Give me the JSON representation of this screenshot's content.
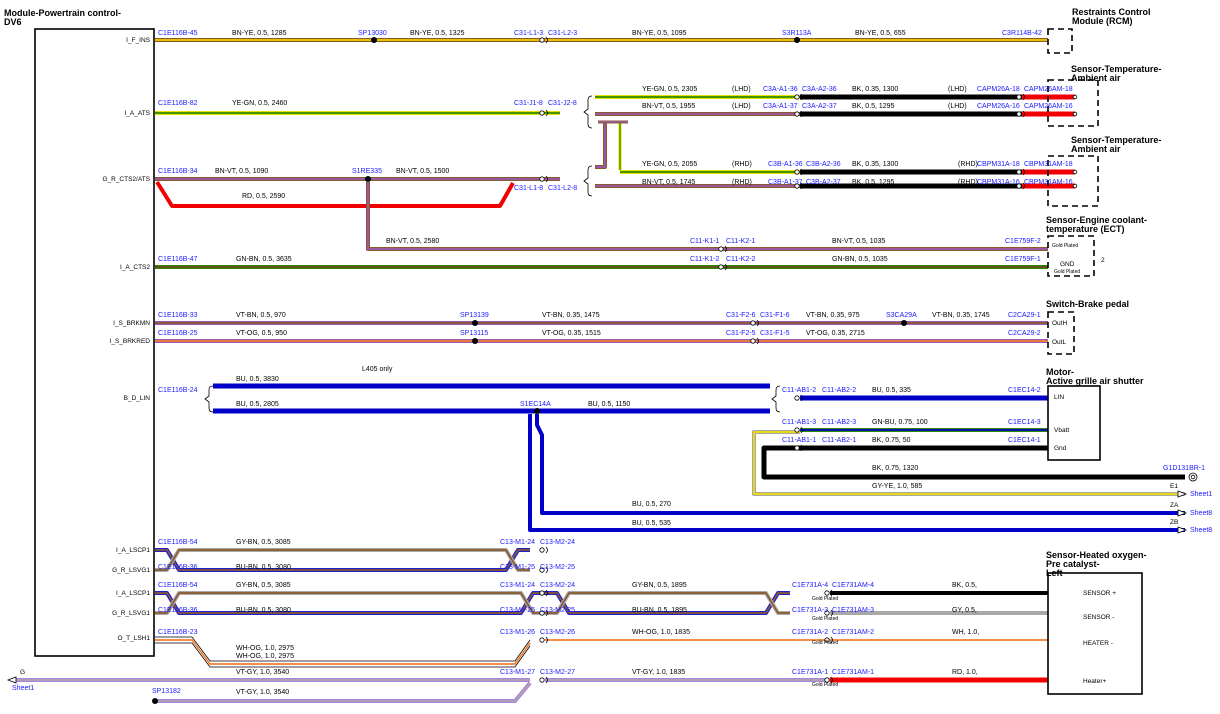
{
  "colors": {
    "BN-YE": [
      "#8a5a2b",
      "#f0d000"
    ],
    "YE-GN": [
      "#e8e000",
      "#2a8a00"
    ],
    "BN-VT": [
      "#8a5a2b",
      "#9b59b6"
    ],
    "GN-BN": [
      "#2a8a00",
      "#6b4a1e"
    ],
    "VT-BN": [
      "#9b59b6",
      "#8a5a2b"
    ],
    "VT-OG": [
      "#9b59b6",
      "#f08030"
    ],
    "BU": [
      "#0000c8",
      "#0000c8"
    ],
    "GN-BU": [
      "#2a8a00",
      "#0000c8"
    ],
    "BK": [
      "#000000",
      "#000000"
    ],
    "GY-YE": [
      "#a8a8a8",
      "#f0e000"
    ],
    "GY-BN": [
      "#a8a8a8",
      "#8a5a2b"
    ],
    "BU-BN": [
      "#2020d0",
      "#8a5a2b"
    ],
    "WH-OG": [
      "#ffffff",
      "#f08030"
    ],
    "VT-GY": [
      "#b080e0",
      "#a8a8a8"
    ],
    "RD": [
      "#f00000",
      "#f00000"
    ],
    "GY": [
      "#a8a8a8",
      "#a8a8a8"
    ],
    "WH": [
      "#ffffff",
      "#ffffff"
    ]
  },
  "module": {
    "title1": "Module-Powertrain control-",
    "title2": "DV6",
    "pins": [
      "I_F_INS",
      "I_A_ATS",
      "G_R_CTS2/ATS",
      "I_A_CTS2",
      "I_S_BRKMN",
      "I_S_BRKRED",
      "B_D_LIN",
      "I_A_LSCP1",
      "G_R_LSVG1",
      "I_A_LSCP1",
      "G_R_LSVG1",
      "O_T_LSH1"
    ]
  },
  "components": [
    {
      "l1": "Restraints Control",
      "l2": "Module (RCM)"
    },
    {
      "l1": "Sensor-Temperature-",
      "l2": "Ambient air"
    },
    {
      "l1": "Sensor-Temperature-",
      "l2": "Ambient air"
    },
    {
      "l1": "Sensor-Engine coolant-",
      "l2": "temperature (ECT)"
    },
    {
      "l1": "Switch-Brake pedal",
      "l2": ""
    },
    {
      "l1": "Motor-",
      "l2": "Active grille air shutter"
    },
    {
      "l1": "Sensor-Heated oxygen-",
      "l2": "Pre catalyst-",
      "l3": "Left"
    }
  ],
  "labels": {
    "gold": "Gold Plated",
    "gnd": "GND",
    "ect_count": "2",
    "l405": "L405 only",
    "lhd": "(LHD)",
    "rhd": "(RHD)",
    "brake_pins": [
      "OutH",
      "OutL"
    ],
    "motor_pins": [
      "LIN",
      "Vbatt",
      "Gnd"
    ],
    "ho2s_pins": [
      "SENSOR +",
      "SENSOR -",
      "HEATER -",
      "Heater+"
    ],
    "sheet_refs": [
      {
        "ref": "E1",
        "sheet": "Sheet1"
      },
      {
        "ref": "ZA",
        "sheet": "Sheet8"
      },
      {
        "ref": "ZB",
        "sheet": "Sheet8"
      }
    ],
    "g_ref": "G",
    "g_sheet": "Sheet1"
  },
  "splices": [
    "SP13030",
    "S3R113A",
    "S1RE335",
    "SP13139",
    "S3CA29A",
    "SP13115",
    "S1EC14A",
    "SP13182"
  ],
  "connectors": [
    "C1E116B-45",
    "C31-L1-3",
    "C31-L2-3",
    "C3R114B-42",
    "C1E116B-82",
    "C31-J1-8",
    "C31-J2-8",
    "C3A-A1-36",
    "C3A-A2-36",
    "CAPM26A-18",
    "CAPM26AM-18",
    "C3A-A1-37",
    "C3A-A2-37",
    "CAPM26A-16",
    "CAPM26AM-16",
    "C1E116B-34",
    "C31-L1-8",
    "C31-L2-8",
    "C3B-A1-36",
    "C3B-A2-36",
    "CBPM31A-18",
    "CBPM31AM-18",
    "C3B-A1-37",
    "C3B-A2-37",
    "CBPM31A-16",
    "CBPM31AM-16",
    "C11-K1-1",
    "C11-K2-1",
    "C1E759F-2",
    "C1E116B-47",
    "C11-K1-2",
    "C11-K2-2",
    "C1E759F-1",
    "C1E116B-33",
    "C31-F2-6",
    "C31-F1-6",
    "C2CA29-1",
    "C1E116B-25",
    "C31-F2-5",
    "C31-F1-5",
    "C2CA29-2",
    "C1E116B-24",
    "C11-AB1-2",
    "C11-AB2-2",
    "C1EC14-2",
    "C11-AB1-3",
    "C11-AB2-3",
    "C1EC14-3",
    "C11-AB1-1",
    "C11-AB2-1",
    "C1EC14-1",
    "G1D131BR-1",
    "C1E116B-54",
    "C13-M1-24",
    "C13-M2-24",
    "C1E116B-36",
    "C13-M1-25",
    "C13-M2-25",
    "C1E116B-54",
    "C13-M1-24",
    "C13-M2-24",
    "C1E731A-4",
    "C1E731AM-4",
    "C1E116B-36",
    "C13-M1-25",
    "C13-M2-25",
    "C1E731A-3",
    "C1E731AM-3",
    "C1E116B-23",
    "C13-M1-26",
    "C13-M2-26",
    "C1E731A-2",
    "C1E731AM-2",
    "C13-M1-27",
    "C13-M2-27",
    "C1E731A-1",
    "C1E731AM-1"
  ],
  "wire_labels": [
    "BN-YE,  0.5,  1285",
    "BN-YE,  0.5,  1325",
    "BN-YE,  0.5,  1095",
    "BN-YE,  0.5,  655",
    "YE-GN,  0.5,  2460",
    "YE-GN,  0.5,  2305",
    "BN-VT,  0.5,  1955",
    "BK,  0.35,  1300",
    "BK,  0.5,  1295",
    "BN-VT,  0.5,  1090",
    "BN-VT,  0.5,  1500",
    "RD,  0.5,  2590",
    "YE-GN,  0.5,  2055",
    "BN-VT,  0.5,  1745",
    "BK,  0.35,  1300",
    "BK,  0.5,  1295",
    "BN-VT,  0.5,  2580",
    "BN-VT,  0.5,  1035",
    "GN-BN,  0.5,  3635",
    "GN-BN,  0.5,  1035",
    "VT-BN,  0.5,  970",
    "VT-BN,  0.35,  1475",
    "VT-BN,  0.35,  975",
    "VT-BN,  0.35,  1745",
    "VT-OG,  0.5,  950",
    "VT-OG,  0.35,  1515",
    "VT-OG,  0.35,  2715",
    "BU,  0.5,  3830",
    "BU,  0.5,  2805",
    "BU,  0.5,  1150",
    "BU,  0.5,  335",
    "GN-BU,  0.75,  100",
    "BK,  0.75,  50",
    "BK,  0.75,  1320",
    "GY-YE,  1.0,  585",
    "BU,  0.5,  270",
    "BU,  0.5,  535",
    "GY-BN,  0.5,  3085",
    "BU-BN,  0.5,  3080",
    "GY-BN,  0.5,  3085",
    "GY-BN,  0.5,  1895",
    "BK,  0.5,",
    "BU-BN,  0.5,  3080",
    "BU-BN,  0.5,  1895",
    "GY,  0.5,",
    "WH-OG,  1.0,  2975",
    "WH-OG,  1.0,  2975",
    "WH-OG,  1.0,  1835",
    "WH,  1.0,",
    "VT-GY,  1.0,  3540",
    "VT-GY,  1.0,  1835",
    "RD,  1.0,",
    "VT-GY,  1.0,  3540"
  ]
}
